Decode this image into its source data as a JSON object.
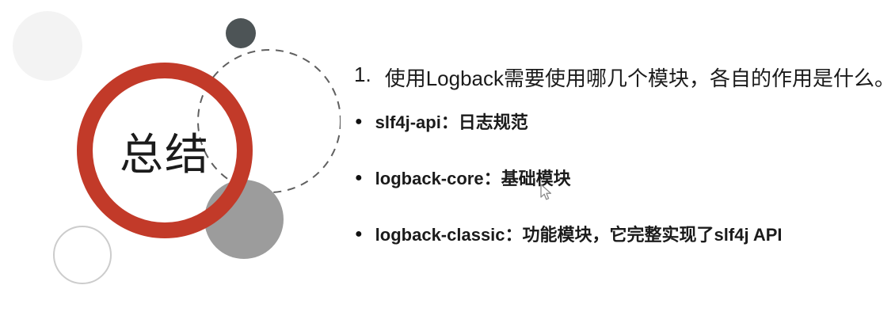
{
  "badge": {
    "label": "总结"
  },
  "question": {
    "number": "1.",
    "text": "使用Logback需要使用哪几个模块，各自的作用是什么。"
  },
  "bullets": [
    {
      "marker": "●",
      "text": "slf4j-api：日志规范"
    },
    {
      "marker": "●",
      "text": "logback-core：基础模块"
    },
    {
      "marker": "●",
      "text": "logback-classic：功能模块，它完整实现了slf4j API"
    }
  ],
  "cursor": {
    "icon": "arrow-pointer"
  },
  "colors": {
    "accent_red": "#c23a29",
    "dark_circle": "#4d5456",
    "gray_circle": "#9c9c9c",
    "light_circle": "#f3f3f3",
    "outline_circle_stroke": "#cccccc",
    "dashed_stroke": "#606060",
    "text": "#1b1b1b"
  }
}
